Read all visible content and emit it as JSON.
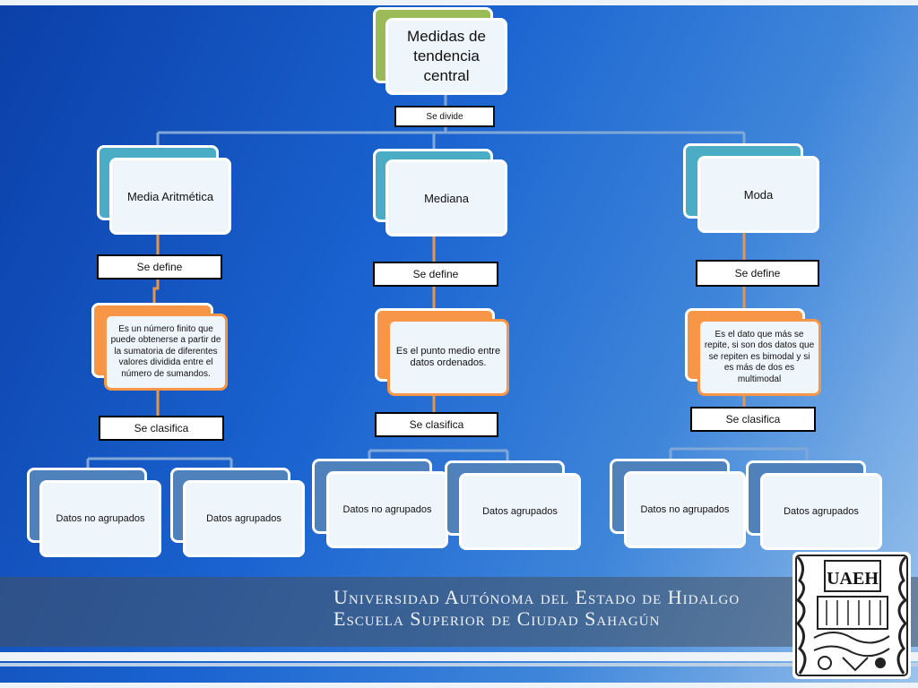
{
  "root": {
    "title": "Medidas de tendencia central"
  },
  "connector": "Se divide",
  "branches": [
    {
      "title": "Media Aritmética",
      "define_label": "Se define",
      "definition": "Es un número finito que puede obtenerse a partir de la sumatoria de diferentes valores dividida entre el número de sumandos.",
      "classify_label": "Se clasifica",
      "types": [
        "Datos no agrupados",
        "Datos agrupados"
      ]
    },
    {
      "title": "Mediana",
      "define_label": "Se define",
      "definition": "Es el punto medio entre datos ordenados.",
      "classify_label": "Se clasifica",
      "types": [
        "Datos no agrupados",
        "Datos agrupados"
      ]
    },
    {
      "title": "Moda",
      "define_label": "Se define",
      "definition": "Es el dato que más se repite, si son dos datos que se repiten es bimodal y si es más de dos es multimodal",
      "classify_label": "Se clasifica",
      "types": [
        "Datos no agrupados",
        "Datos agrupados"
      ]
    }
  ],
  "footer": {
    "university": "Universidad Autónoma del Estado de Hidalgo",
    "school": "Escuela Superior de Ciudad Sahagún",
    "seal_text": "UAEH"
  },
  "colors": {
    "root_back": "#9bbb59",
    "branch_back": "#4bacc6",
    "definition_back": "#f79646",
    "type_back": "#4f81bd",
    "card_front": "#eef5fb"
  }
}
